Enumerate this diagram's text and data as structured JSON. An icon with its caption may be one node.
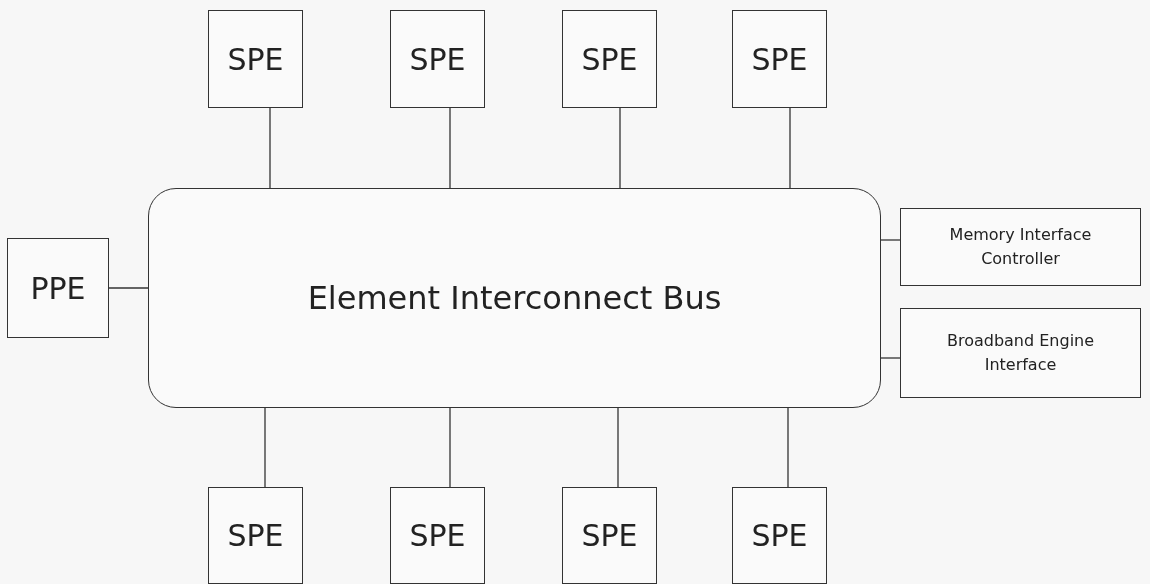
{
  "diagram": {
    "nodes": [
      {
        "text": [
          "SPE"
        ]
      },
      {
        "text": [
          "SPE"
        ]
      },
      {
        "text": [
          "SPE"
        ]
      },
      {
        "text": [
          "SPE"
        ]
      },
      {
        "text": [
          "PPE"
        ]
      },
      {
        "text": [
          "Element Interconnect Bus"
        ]
      },
      {
        "text": [
          "Memory Interface Controller"
        ]
      },
      {
        "text": [
          "Broadband Engine Interface"
        ]
      },
      {
        "text": [
          "SPE"
        ]
      },
      {
        "text": [
          "SPE"
        ]
      },
      {
        "text": [
          "SPE"
        ]
      },
      {
        "text": [
          "SPE"
        ]
      }
    ],
    "edges": [
      {
        "from": 0,
        "to": 5,
        "arrow": "none"
      },
      {
        "from": 1,
        "to": 5,
        "arrow": "none"
      },
      {
        "from": 2,
        "to": 5,
        "arrow": "none"
      },
      {
        "from": 3,
        "to": 5,
        "arrow": "none"
      },
      {
        "from": 4,
        "to": 5,
        "arrow": "none"
      },
      {
        "from": 6,
        "to": 5,
        "arrow": "none"
      },
      {
        "from": 7,
        "to": 5,
        "arrow": "none"
      },
      {
        "from": 8,
        "to": 5,
        "arrow": "none"
      },
      {
        "from": 9,
        "to": 5,
        "arrow": "none"
      },
      {
        "from": 10,
        "to": 5,
        "arrow": "none"
      },
      {
        "from": 11,
        "to": 5,
        "arrow": "none"
      }
    ]
  }
}
